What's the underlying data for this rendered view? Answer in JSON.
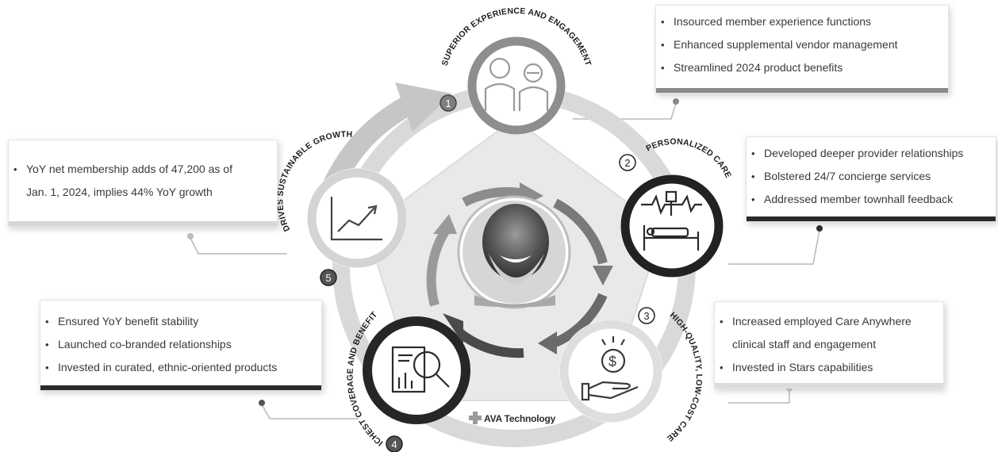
{
  "stages": [
    {
      "number": "1",
      "label": "SUPERIOR EXPERIENCE AND ENGAGEMENT",
      "icon": "elderly-couple-icon"
    },
    {
      "number": "2",
      "label": "PERSONALIZED CARE",
      "icon": "hospital-bed-monitor-icon"
    },
    {
      "number": "3",
      "label": "HIGH-QUALITY, LOW-COST CARE",
      "icon": "hand-dollar-coin-icon"
    },
    {
      "number": "4",
      "label": "RICHEST COVERAGE AND BENEFITS",
      "icon": "document-magnifier-icon"
    },
    {
      "number": "5",
      "label": "DRIVES SUSTAINABLE GROWTH",
      "icon": "growth-chart-icon"
    }
  ],
  "cards": {
    "stage1": [
      "Insourced member experience functions",
      "Enhanced supplemental vendor management",
      "Streamlined 2024 product benefits"
    ],
    "stage2": [
      "Developed deeper provider relationships",
      "Bolstered 24/7 concierge services",
      "Addressed member townhall feedback"
    ],
    "stage3": {
      "item1_line1": "Increased employed Care Anywhere",
      "item1_line2": "clinical staff and engagement",
      "item2": "Invested in Stars capabilities"
    },
    "stage4": [
      "Ensured YoY benefit stability",
      "Launched co-branded relationships",
      "Invested in curated, ethnic-oriented products"
    ],
    "stage5": {
      "line1": "YoY net membership adds of 47,200 as of",
      "line2": "Jan. 1, 2024, implies 44% YoY growth"
    }
  },
  "center": {
    "photo": "smiling-senior-man-photo"
  },
  "footer": {
    "ava_label": "AVA Technology"
  },
  "colors": {
    "dark": "#2e2e2e",
    "mid": "#7a7a7a",
    "light": "#bdbdbd",
    "ring": "#d3d3d3",
    "arrow": "#c9c9c9"
  }
}
